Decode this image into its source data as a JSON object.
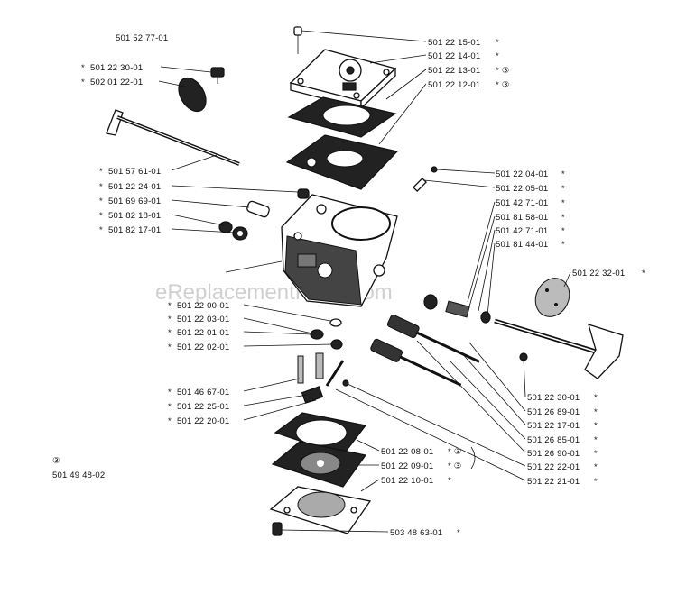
{
  "assembly_number": "501 52 77-01",
  "watermark": "eReplacementParts.com",
  "footnote": {
    "symbol": "③",
    "part_number": "501 49 48-02"
  },
  "callouts": [
    {
      "id": "c01",
      "part": "501 22 15-01",
      "mark": "*",
      "side": "right"
    },
    {
      "id": "c02",
      "part": "501 22 14-01",
      "mark": "*",
      "side": "right"
    },
    {
      "id": "c03",
      "part": "501 22 13-01",
      "mark": "* ③",
      "side": "right"
    },
    {
      "id": "c04",
      "part": "501 22 12-01",
      "mark": "* ③",
      "side": "right"
    },
    {
      "id": "c05",
      "part": "501 22 30-01",
      "mark": "*",
      "side": "left"
    },
    {
      "id": "c06",
      "part": "502 01 22-01",
      "mark": "*",
      "side": "left"
    },
    {
      "id": "c07",
      "part": "501 57 61-01",
      "mark": "*",
      "side": "left"
    },
    {
      "id": "c08",
      "part": "501 22 24-01",
      "mark": "*",
      "side": "left"
    },
    {
      "id": "c09",
      "part": "501 69 69-01",
      "mark": "*",
      "side": "left"
    },
    {
      "id": "c10",
      "part": "501 82 18-01",
      "mark": "*",
      "side": "left"
    },
    {
      "id": "c11",
      "part": "501 82 17-01",
      "mark": "*",
      "side": "left"
    },
    {
      "id": "c12",
      "part": "501 22 04-01",
      "mark": "*",
      "side": "right"
    },
    {
      "id": "c13",
      "part": "501 22 05-01",
      "mark": "*",
      "side": "right"
    },
    {
      "id": "c14",
      "part": "501 42 71-01",
      "mark": "*",
      "side": "right"
    },
    {
      "id": "c15",
      "part": "501 81 58-01",
      "mark": "*",
      "side": "right"
    },
    {
      "id": "c16",
      "part": "501 42 71-01",
      "mark": "*",
      "side": "right"
    },
    {
      "id": "c17",
      "part": "501 81 44-01",
      "mark": "*",
      "side": "right"
    },
    {
      "id": "c18",
      "part": "501 22 32-01",
      "mark": "*",
      "side": "right"
    },
    {
      "id": "c19",
      "part": "501 22 00-01",
      "mark": "*",
      "side": "left"
    },
    {
      "id": "c20",
      "part": "501 22 03-01",
      "mark": "*",
      "side": "left"
    },
    {
      "id": "c21",
      "part": "501 22 01-01",
      "mark": "*",
      "side": "left"
    },
    {
      "id": "c22",
      "part": "501 22 02-01",
      "mark": "*",
      "side": "left"
    },
    {
      "id": "c23",
      "part": "501 46 67-01",
      "mark": "*",
      "side": "left"
    },
    {
      "id": "c24",
      "part": "501 22 25-01",
      "mark": "*",
      "side": "left"
    },
    {
      "id": "c25",
      "part": "501 22 20-01",
      "mark": "*",
      "side": "left"
    },
    {
      "id": "c26",
      "part": "501 22 30-01",
      "mark": "*",
      "side": "right"
    },
    {
      "id": "c27",
      "part": "501 26 89-01",
      "mark": "*",
      "side": "right"
    },
    {
      "id": "c28",
      "part": "501 22 17-01",
      "mark": "*",
      "side": "right"
    },
    {
      "id": "c29",
      "part": "501 26 85-01",
      "mark": "*",
      "side": "right"
    },
    {
      "id": "c30",
      "part": "501 26 90-01",
      "mark": "*",
      "side": "right"
    },
    {
      "id": "c31",
      "part": "501 22 22-01",
      "mark": "*",
      "side": "right"
    },
    {
      "id": "c32",
      "part": "501 22 21-01",
      "mark": "*",
      "side": "right"
    },
    {
      "id": "c33",
      "part": "501 22 08-01",
      "mark": "* ③",
      "side": "right"
    },
    {
      "id": "c34",
      "part": "501 22 09-01",
      "mark": "* ③",
      "side": "right"
    },
    {
      "id": "c35",
      "part": "501 22 10-01",
      "mark": "*",
      "side": "right"
    },
    {
      "id": "c36",
      "part": "503 48 63-01",
      "mark": "*",
      "side": "right"
    }
  ]
}
